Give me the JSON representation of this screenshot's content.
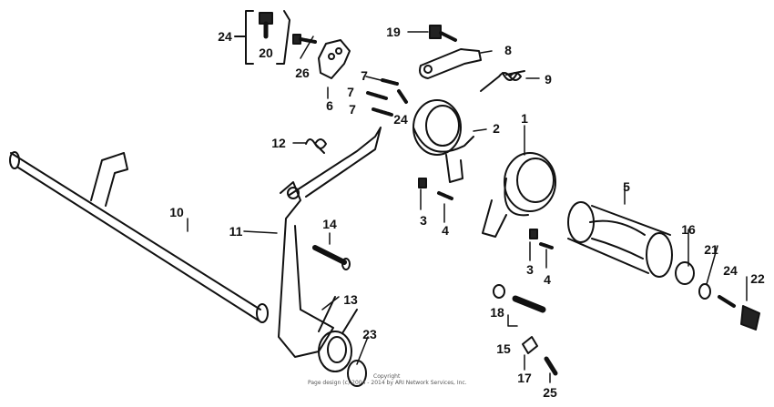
{
  "diagram": {
    "callouts": [
      {
        "id": "c24a",
        "text": "24"
      },
      {
        "id": "c20",
        "text": "20"
      },
      {
        "id": "c26",
        "text": "26"
      },
      {
        "id": "c6",
        "text": "6"
      },
      {
        "id": "c19",
        "text": "19"
      },
      {
        "id": "c8",
        "text": "8"
      },
      {
        "id": "c9",
        "text": "9"
      },
      {
        "id": "c7a",
        "text": "7"
      },
      {
        "id": "c7b",
        "text": "7"
      },
      {
        "id": "c7c",
        "text": "7"
      },
      {
        "id": "c24b",
        "text": "24"
      },
      {
        "id": "c1",
        "text": "1"
      },
      {
        "id": "c2",
        "text": "2"
      },
      {
        "id": "c12",
        "text": "12"
      },
      {
        "id": "c10",
        "text": "10"
      },
      {
        "id": "c11",
        "text": "11"
      },
      {
        "id": "c14",
        "text": "14"
      },
      {
        "id": "c3a",
        "text": "3"
      },
      {
        "id": "c4a",
        "text": "4"
      },
      {
        "id": "c5",
        "text": "5"
      },
      {
        "id": "c16",
        "text": "16"
      },
      {
        "id": "c21",
        "text": "21"
      },
      {
        "id": "c3b",
        "text": "3"
      },
      {
        "id": "c4b",
        "text": "4"
      },
      {
        "id": "c24c",
        "text": "24"
      },
      {
        "id": "c22",
        "text": "22"
      },
      {
        "id": "c13",
        "text": "13"
      },
      {
        "id": "c18",
        "text": "18"
      },
      {
        "id": "c15",
        "text": "15"
      },
      {
        "id": "c23",
        "text": "23"
      },
      {
        "id": "c17",
        "text": "17"
      },
      {
        "id": "c25",
        "text": "25"
      }
    ],
    "copyright_line1": "Copyright",
    "copyright_line2": "Page design (c) 2004 - 2014 by ARI Network Services, Inc."
  }
}
